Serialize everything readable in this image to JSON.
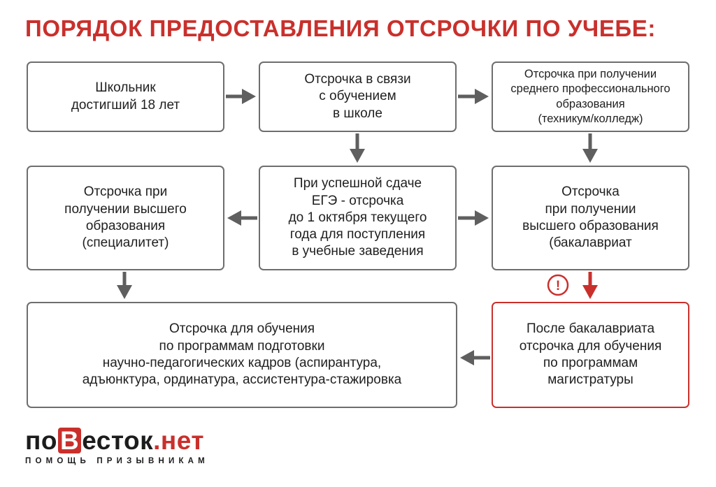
{
  "title": "ПОРЯДОК ПРЕДОСТАВЛЕНИЯ ОТСРОЧКИ ПО УЧЕБЕ:",
  "boxes": {
    "schoolboy": "Школьник\nдостигший 18 лет",
    "school_deferment": "Отсрочка в связи\nс обучением\nв школе",
    "spo_deferment": "Отсрочка при получении\nсреднего профессионального\nобразования\n(техникум/колледж)",
    "specialist_deferment": "Отсрочка при\nполучении высшего\nобразования\n(специалитет)",
    "ege": "При успешной сдаче\nЕГЭ - отсрочка\nдо 1 октября текущего\nгода для поступления\nв учебные заведения",
    "bachelor_deferment": "Отсрочка\nпри получении\nвысшего образования\n(бакалавриат",
    "postgrad_deferment": "Отсрочка для обучения\nпо программам подготовки\nнаучно-педагогических кадров (аспирантура,\nадъюнктура, ординатура, ассистентура-стажировка",
    "master_deferment": "После бакалавриата\nотсрочка для обучения\nпо программам\nмагистратуры"
  },
  "warning_mark": "!",
  "logo": {
    "part1": "по",
    "part2": "В",
    "part3": "есток",
    "part4": ".нет",
    "tagline": "ПОМОЩЬ ПРИЗЫВНИКАМ"
  },
  "colors": {
    "accent": "#c9302c",
    "border": "#6e6e6e",
    "arrow": "#5f5f5f",
    "text": "#1f1f1f"
  }
}
